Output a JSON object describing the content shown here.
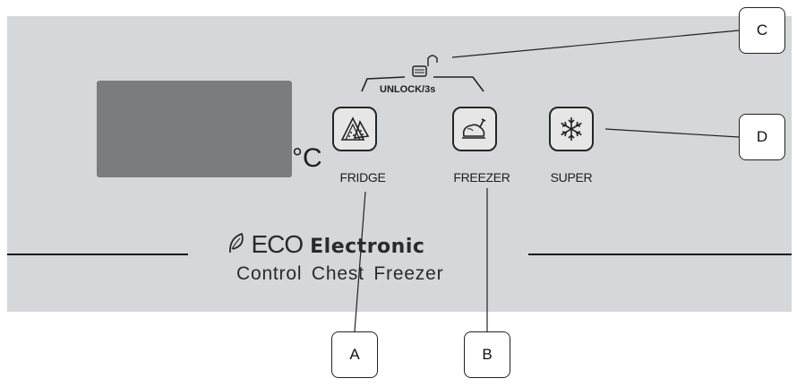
{
  "panel": {
    "unit_symbol": "°C",
    "unlock_label": "UNLOCK/3s"
  },
  "buttons": {
    "fridge": {
      "label": "FRIDGE",
      "icon": "watermelon-slice-icon"
    },
    "freezer": {
      "label": "FREEZER",
      "icon": "roast-chicken-icon"
    },
    "super": {
      "label": "SUPER",
      "icon": "snowflake-icon"
    }
  },
  "lock_icon": "padlock-icon",
  "brand": {
    "logo_text": "ECO",
    "electronic": "Electronic",
    "subtitle": "Control Chest Freezer"
  },
  "callouts": {
    "a": "A",
    "b": "B",
    "c": "C",
    "d": "D"
  }
}
